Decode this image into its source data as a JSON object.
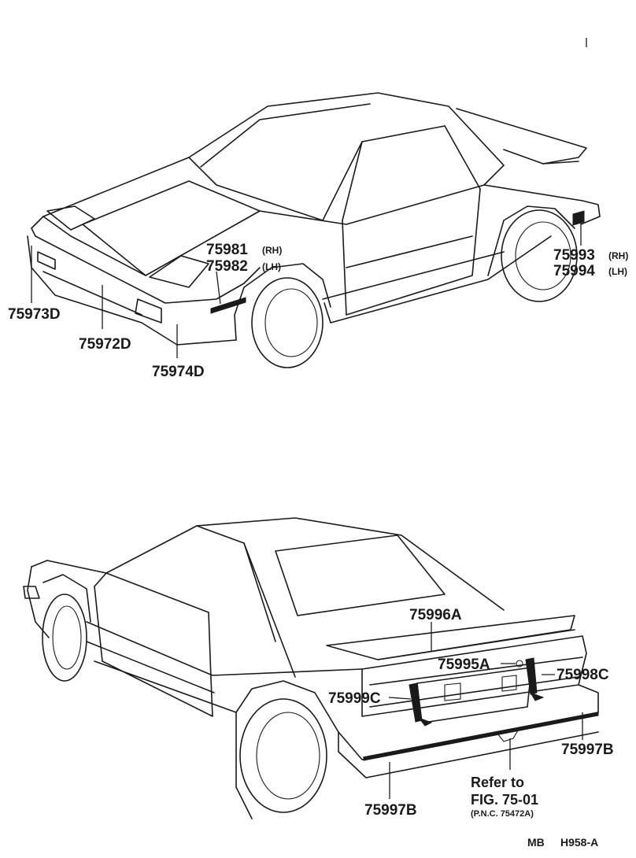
{
  "front_view": {
    "callouts": [
      {
        "id": "fv-75981",
        "part": "75981",
        "side": "(RH)"
      },
      {
        "id": "fv-75982",
        "part": "75982",
        "side": "(LH)"
      },
      {
        "id": "fv-75993",
        "part": "75993",
        "side": "(RH)"
      },
      {
        "id": "fv-75994",
        "part": "75994",
        "side": "(LH)"
      },
      {
        "id": "fv-75973d",
        "part": "75973D"
      },
      {
        "id": "fv-75972d",
        "part": "75972D"
      },
      {
        "id": "fv-75974d",
        "part": "75974D"
      }
    ]
  },
  "rear_view": {
    "callouts": [
      {
        "id": "rv-75996a",
        "part": "75996A"
      },
      {
        "id": "rv-75995a",
        "part": "75995A"
      },
      {
        "id": "rv-75998c",
        "part": "75998C"
      },
      {
        "id": "rv-75999c",
        "part": "75999C"
      },
      {
        "id": "rv-75997b-right",
        "part": "75997B"
      },
      {
        "id": "rv-75997b-left",
        "part": "75997B"
      }
    ],
    "reference_note": {
      "line1": "Refer to",
      "line2": "FIG. 75-01",
      "line3": "(P.N.C. 75472A)"
    }
  },
  "drawing_code": {
    "model": "MB",
    "figure": "H958-A"
  },
  "colors": {
    "ink": "#1a1a1a",
    "paper": "#ffffff"
  }
}
